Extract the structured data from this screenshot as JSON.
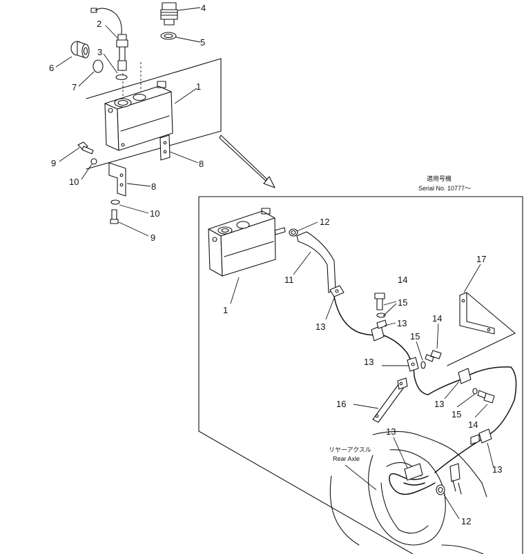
{
  "serial_jp": "適用号機",
  "serial_text": "Serial No. 10777～",
  "rear_axle_jp": "リヤーアクスル",
  "rear_axle_en": "Rear Axle",
  "callouts": [
    {
      "id": "c1a",
      "text": "1"
    },
    {
      "id": "c2",
      "text": "2"
    },
    {
      "id": "c3",
      "text": "3"
    },
    {
      "id": "c4",
      "text": "4"
    },
    {
      "id": "c5",
      "text": "5"
    },
    {
      "id": "c6",
      "text": "6"
    },
    {
      "id": "c7",
      "text": "7"
    },
    {
      "id": "c8a",
      "text": "8"
    },
    {
      "id": "c8b",
      "text": "8"
    },
    {
      "id": "c9a",
      "text": "9"
    },
    {
      "id": "c9b",
      "text": "9"
    },
    {
      "id": "c10a",
      "text": "10"
    },
    {
      "id": "c10b",
      "text": "10"
    },
    {
      "id": "c1b",
      "text": "1"
    },
    {
      "id": "c11",
      "text": "11"
    },
    {
      "id": "c12a",
      "text": "12"
    },
    {
      "id": "c12b",
      "text": "12"
    },
    {
      "id": "c13a",
      "text": "13"
    },
    {
      "id": "c13b",
      "text": "13"
    },
    {
      "id": "c13c",
      "text": "13"
    },
    {
      "id": "c13d",
      "text": "13"
    },
    {
      "id": "c13e",
      "text": "13"
    },
    {
      "id": "c13f",
      "text": "13"
    },
    {
      "id": "c14a",
      "text": "14"
    },
    {
      "id": "c14b",
      "text": "14"
    },
    {
      "id": "c14c",
      "text": "14"
    },
    {
      "id": "c15a",
      "text": "15"
    },
    {
      "id": "c15b",
      "text": "15"
    },
    {
      "id": "c15c",
      "text": "15"
    },
    {
      "id": "c16",
      "text": "16"
    },
    {
      "id": "c17",
      "text": "17"
    }
  ]
}
